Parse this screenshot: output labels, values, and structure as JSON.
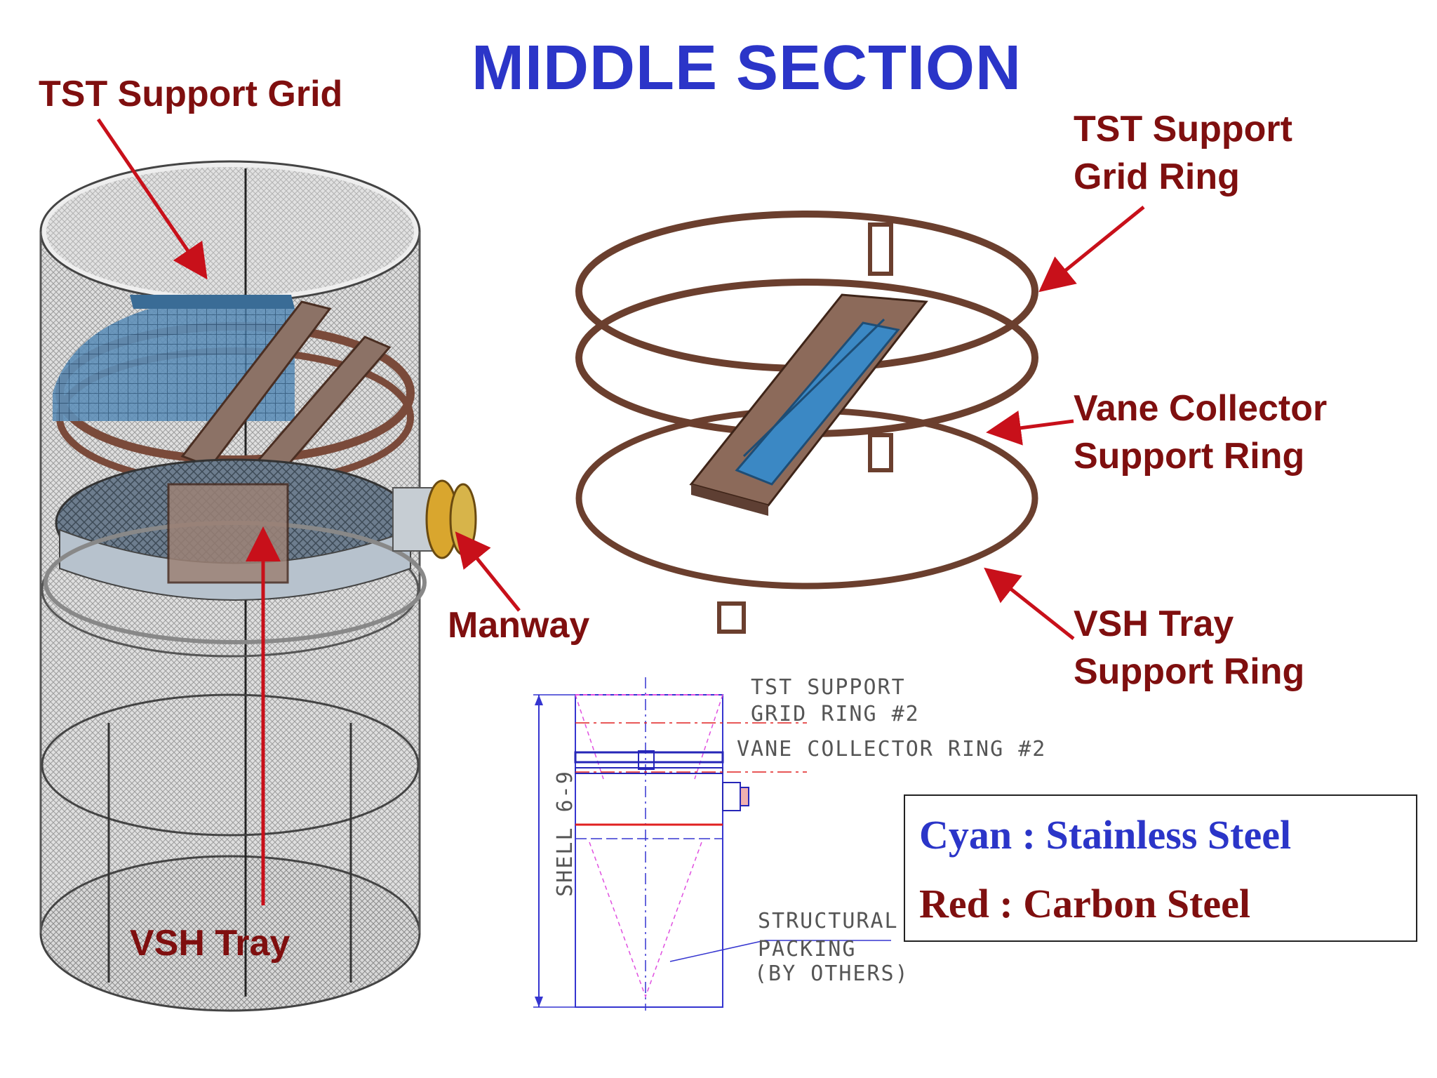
{
  "title": "MIDDLE SECTION",
  "labels": {
    "tst_support_grid": "TST Support Grid",
    "tst_support_grid_ring_1": "TST Support",
    "tst_support_grid_ring_2": "Grid Ring",
    "vane_collector_1": "Vane Collector",
    "vane_collector_2": "Support Ring",
    "vsh_tray_support_1": "VSH Tray",
    "vsh_tray_support_2": "Support Ring",
    "manway": "Manway",
    "vsh_tray": "VSH Tray"
  },
  "drawing": {
    "tst_ring_1": "TST SUPPORT",
    "tst_ring_2": "GRID RING #2",
    "vane_ring": "VANE COLLECTOR RING #2",
    "shell": "SHELL 6-9",
    "packing_1": "STRUCTURAL",
    "packing_2": "PACKING",
    "packing_3": "(BY OTHERS)"
  },
  "legend": {
    "line1": "Cyan : Stainless Steel",
    "line2": "Red : Carbon Steel"
  },
  "colors": {
    "title": "#2b35c8",
    "label": "#7f0f0f",
    "arrow": "#c8101a",
    "stainless": "#4a8fc4",
    "carbon": "#7a4a3a"
  }
}
